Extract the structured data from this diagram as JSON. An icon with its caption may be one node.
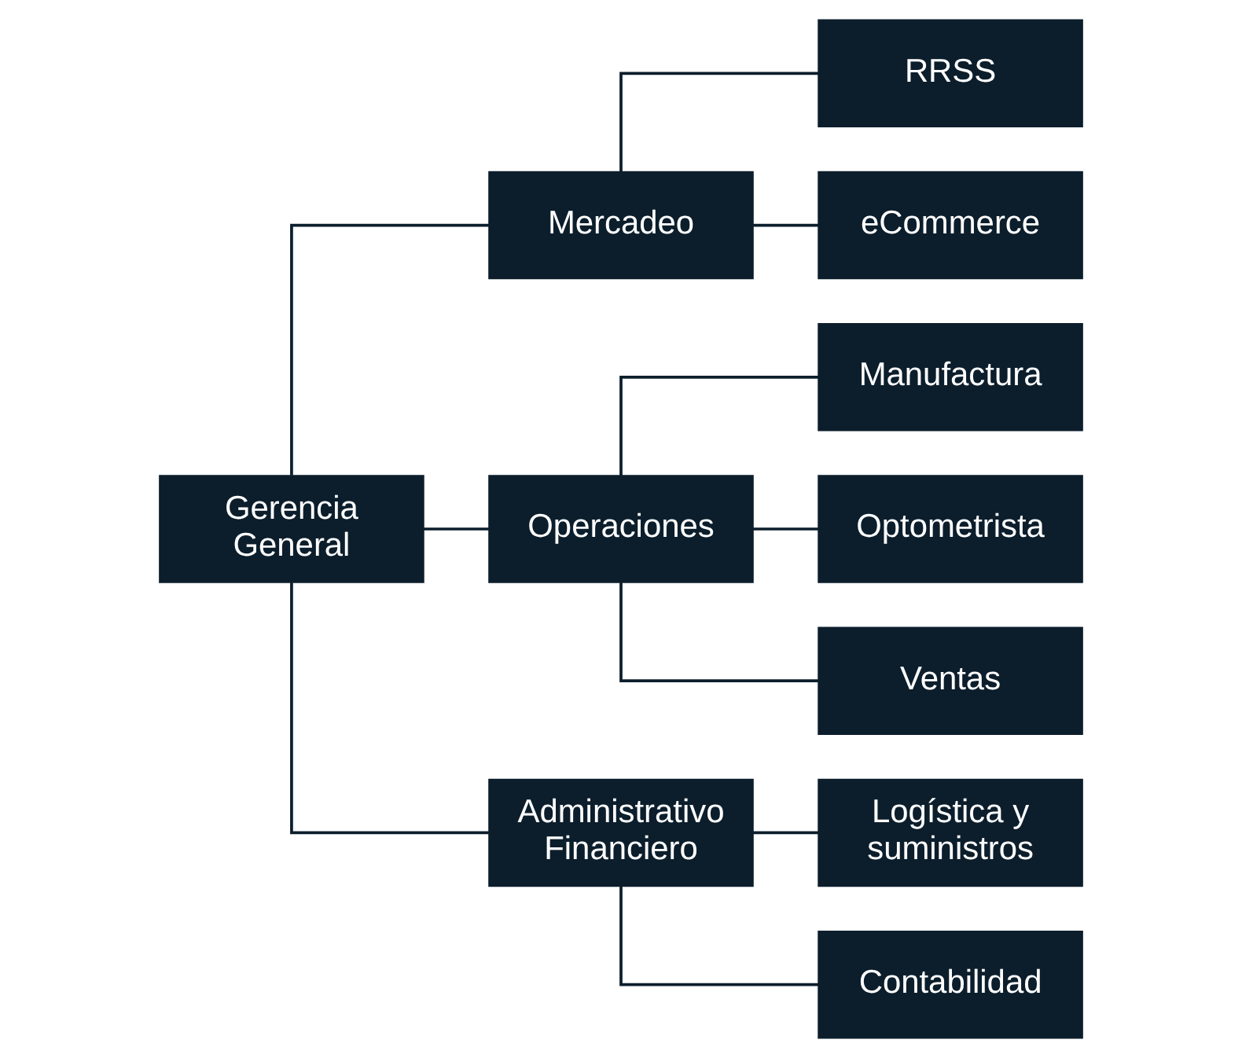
{
  "diagram": {
    "nodes": [
      {
        "text": [
          "Gerencia General"
        ]
      },
      {
        "text": [
          "Mercadeo"
        ]
      },
      {
        "text": [
          "RRSS"
        ]
      },
      {
        "text": [
          "eCommerce"
        ]
      },
      {
        "text": [
          "Operaciones"
        ]
      },
      {
        "text": [
          "Manufactura"
        ]
      },
      {
        "text": [
          "Optometrista"
        ]
      },
      {
        "text": [
          "Ventas"
        ]
      },
      {
        "text": [
          "Administrativo Financiero"
        ]
      },
      {
        "text": [
          "Logística y suministros"
        ]
      },
      {
        "text": [
          "Contabilidad"
        ]
      }
    ],
    "edges": [
      {
        "from": 0,
        "to": 1,
        "arrow": "none"
      },
      {
        "from": 0,
        "to": 4,
        "arrow": "none"
      },
      {
        "from": 0,
        "to": 8,
        "arrow": "none"
      },
      {
        "from": 1,
        "to": 2,
        "arrow": "none"
      },
      {
        "from": 1,
        "to": 3,
        "arrow": "none"
      },
      {
        "from": 4,
        "to": 5,
        "arrow": "none"
      },
      {
        "from": 4,
        "to": 6,
        "arrow": "none"
      },
      {
        "from": 4,
        "to": 7,
        "arrow": "none"
      },
      {
        "from": 8,
        "to": 9,
        "arrow": "none"
      },
      {
        "from": 8,
        "to": 10,
        "arrow": "none"
      }
    ]
  }
}
